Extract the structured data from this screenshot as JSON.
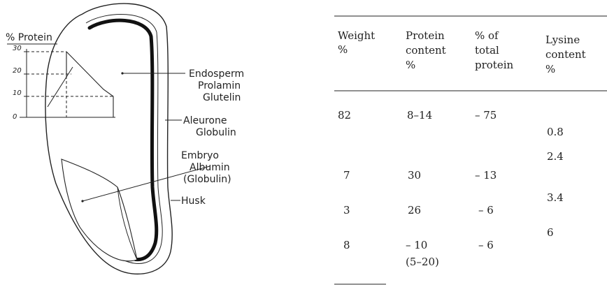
{
  "diagram": {
    "axis_title": "% Protein",
    "ticks": [
      "30",
      "20",
      "10",
      "0"
    ],
    "labels": {
      "endosperm": "Endosperm",
      "prolamin": "Prolamin",
      "glutelin": "Glutelin",
      "aleurone": "Aleurone",
      "globulin": "Globulin",
      "embryo": "Embryo",
      "albumin": "Albumin",
      "globulin_paren": "(Globulin)",
      "husk": "Husk"
    }
  },
  "table": {
    "headers": [
      [
        "Weight",
        "%"
      ],
      [
        "Protein",
        "content",
        "%"
      ],
      [
        "% of",
        "total",
        "protein"
      ],
      [
        "Lysine",
        "content",
        "%"
      ]
    ],
    "rows": [
      {
        "weight": "82",
        "protein": "8–14",
        "pct_total": "– 75"
      },
      {
        "weight": "7",
        "protein": "30",
        "pct_total": "– 13"
      },
      {
        "weight": "3",
        "protein": "26",
        "pct_total": "– 6"
      },
      {
        "weight": "8",
        "protein": "– 10",
        "protein2": "(5–20)",
        "pct_total": "– 6"
      }
    ],
    "lysine": [
      "0.8",
      "2.4",
      "3.4",
      "6"
    ]
  }
}
